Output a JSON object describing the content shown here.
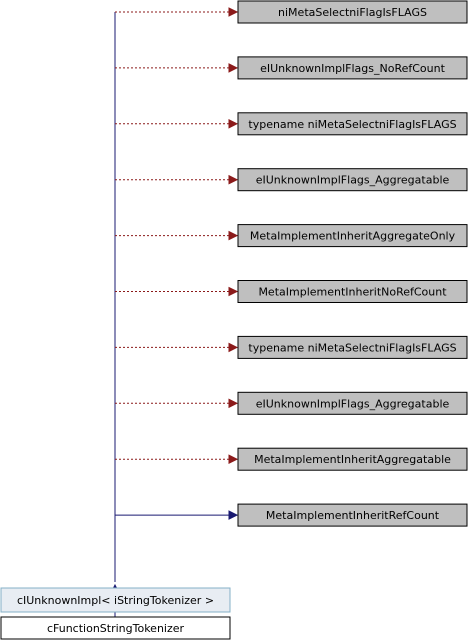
{
  "diagram": {
    "template_args": [
      {
        "label": "niMetaSelectniFlagIsFLAGS",
        "edge": "dotted"
      },
      {
        "label": "eIUnknownImplFlags_NoRefCount",
        "edge": "dotted"
      },
      {
        "label": "typename niMetaSelectniFlagIsFLAGS",
        "edge": "dotted"
      },
      {
        "label": "eIUnknownImplFlags_Aggregatable",
        "edge": "dotted"
      },
      {
        "label": "MetaImplementInheritAggregateOnly",
        "edge": "dotted"
      },
      {
        "label": "MetaImplementInheritNoRefCount",
        "edge": "dotted"
      },
      {
        "label": "typename niMetaSelectniFlagIsFLAGS",
        "edge": "dotted"
      },
      {
        "label": "eIUnknownImplFlags_Aggregatable",
        "edge": "dotted"
      },
      {
        "label": "MetaImplementInheritAggregatable",
        "edge": "dotted"
      },
      {
        "label": "MetaImplementInheritRefCount",
        "edge": "solid"
      }
    ],
    "base_class": "cIUnknownImpl< iStringTokenizer >",
    "derived_class": "cFunctionStringTokenizer"
  },
  "colors": {
    "dotted_edge": "#8b1a1a",
    "solid_edge": "#191970",
    "template_node_fill": "#bfbfbf",
    "base_node_fill": "#e8edf3",
    "base_node_border": "#84b0c7"
  }
}
